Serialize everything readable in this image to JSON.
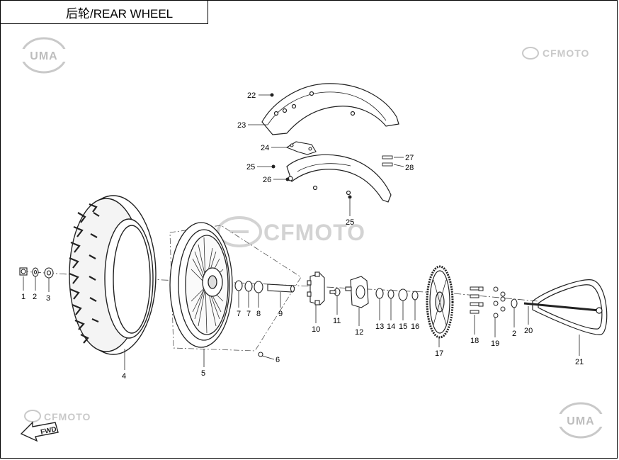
{
  "title": "后轮/REAR WHEEL",
  "watermarks": {
    "uma": "UMA",
    "cfmoto": "CFMOTO",
    "fwd": "FWD"
  },
  "colors": {
    "line": "#222222",
    "watermark": "#c9c9c9"
  },
  "callouts": [
    "1",
    "2",
    "3",
    "4",
    "5",
    "6",
    "7",
    "7",
    "8",
    "9",
    "10",
    "11",
    "12",
    "13",
    "14",
    "15",
    "16",
    "17",
    "18",
    "19",
    "2",
    "20",
    "21",
    "22",
    "23",
    "24",
    "25",
    "26",
    "27",
    "28",
    "25"
  ]
}
